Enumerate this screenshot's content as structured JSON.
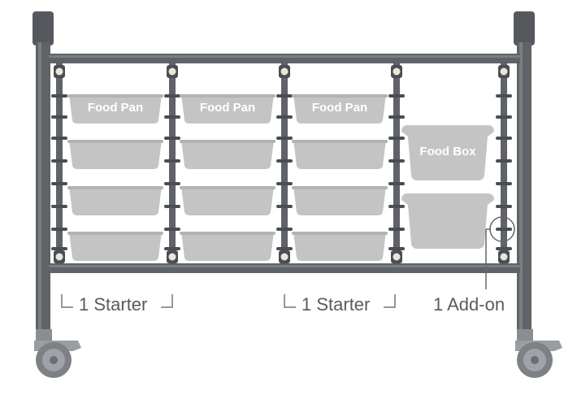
{
  "pans": {
    "label": "Food Pan",
    "columns": 3,
    "rows": 4
  },
  "boxes": {
    "label": "Food Box",
    "count": 2
  },
  "callouts": {
    "starter_left": "1 Starter",
    "starter_right": "1 Starter",
    "addon": "1 Add-on"
  },
  "colors": {
    "frame": "#5f6368",
    "frame_dark": "#4a4d52",
    "pan": "#c4c4c4",
    "pan_edge": "#b3b3b3",
    "cap": "#e9e6d8",
    "caster": "#8a8d91",
    "text": "#5a5a5a"
  }
}
